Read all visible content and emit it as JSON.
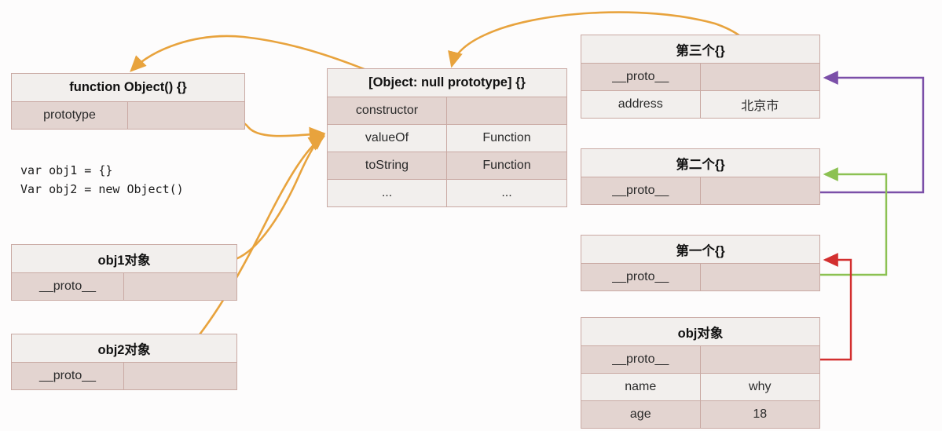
{
  "diagram": {
    "title": "JavaScript prototype chain diagram",
    "colors": {
      "arrow_orange": "#e8a33d",
      "link_purple": "#7b4fa8",
      "link_green": "#8cc152",
      "link_red": "#d32f2f",
      "box_border": "#c9a9a3",
      "row_light": "#f2efed",
      "row_pink": "#e3d4d0"
    },
    "code_snippet": "var obj1 = {}\nVar obj2 = new Object()",
    "boxes": {
      "function_object": {
        "header": "function Object() {}",
        "rows": [
          {
            "key": "prototype",
            "value": ""
          }
        ]
      },
      "null_prototype": {
        "header": "[Object: null prototype] {}",
        "rows": [
          {
            "key": "constructor",
            "value": ""
          },
          {
            "key": "valueOf",
            "value": "Function"
          },
          {
            "key": "toString",
            "value": "Function"
          },
          {
            "key": "...",
            "value": "..."
          }
        ]
      },
      "third": {
        "header": "第三个{}",
        "rows": [
          {
            "key": "__proto__",
            "value": ""
          },
          {
            "key": "address",
            "value": "北京市"
          }
        ]
      },
      "second": {
        "header": "第二个{}",
        "rows": [
          {
            "key": "__proto__",
            "value": ""
          }
        ]
      },
      "first": {
        "header": "第一个{}",
        "rows": [
          {
            "key": "__proto__",
            "value": ""
          }
        ]
      },
      "obj": {
        "header": "obj对象",
        "rows": [
          {
            "key": "__proto__",
            "value": ""
          },
          {
            "key": "name",
            "value": "why"
          },
          {
            "key": "age",
            "value": "18"
          }
        ]
      },
      "obj1": {
        "header": "obj1对象",
        "rows": [
          {
            "key": "__proto__",
            "value": ""
          }
        ]
      },
      "obj2": {
        "header": "obj2对象",
        "rows": [
          {
            "key": "__proto__",
            "value": ""
          }
        ]
      }
    },
    "links": [
      {
        "name": "null-prototype-constructor-to-function-object",
        "color": "#e8a33d",
        "from": "null_prototype.constructor",
        "to": "function_object.header"
      },
      {
        "name": "function-object-prototype-to-null-prototype",
        "color": "#e8a33d",
        "from": "function_object.prototype",
        "to": "null_prototype.valueOf"
      },
      {
        "name": "obj1-proto-to-null-prototype",
        "color": "#e8a33d",
        "from": "obj1.__proto__",
        "to": "null_prototype.valueOf"
      },
      {
        "name": "obj2-proto-to-null-prototype",
        "color": "#e8a33d",
        "from": "obj2.__proto__",
        "to": "null_prototype.valueOf"
      },
      {
        "name": "third-proto-to-null-prototype",
        "color": "#e8a33d",
        "from": "third.__proto__",
        "to": "null_prototype.header"
      },
      {
        "name": "second-proto-to-third",
        "color": "#7b4fa8",
        "from": "second.__proto__",
        "to": "third.__proto__"
      },
      {
        "name": "first-proto-to-second",
        "color": "#8cc152",
        "from": "first.__proto__",
        "to": "second.header"
      },
      {
        "name": "obj-proto-to-first",
        "color": "#d32f2f",
        "from": "obj.__proto__",
        "to": "first.header"
      }
    ]
  }
}
